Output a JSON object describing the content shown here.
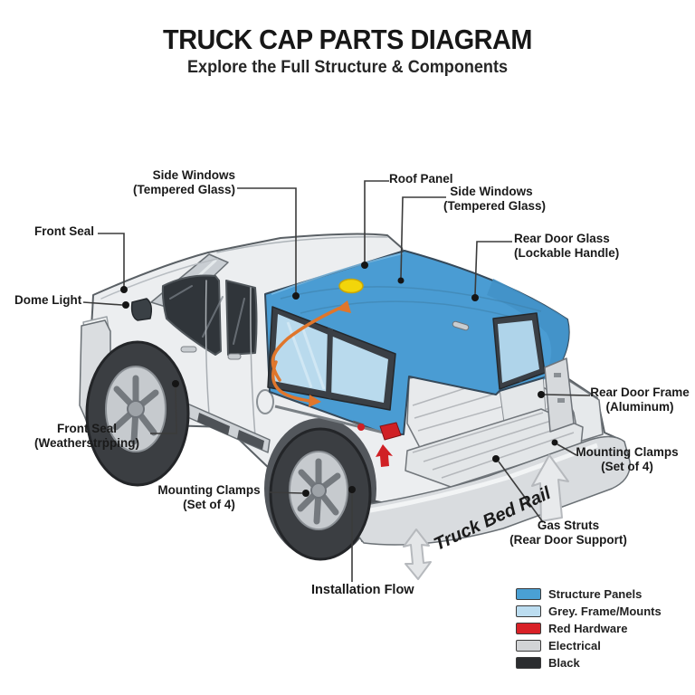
{
  "header": {
    "title": "TRUCK CAP PARTS DIAGRAM",
    "subtitle": "Explore the Full Structure & Components"
  },
  "callouts": {
    "side_windows_left": {
      "line1": "Side Windows",
      "line2": "(Tempered Glass)"
    },
    "roof_panel": {
      "line1": "Roof Panel"
    },
    "side_windows_right": {
      "line1": "Side Windows",
      "line2": "(Tempered Glass)"
    },
    "rear_door_glass": {
      "line1": "Rear Door Glass",
      "line2": "(Lockable Handle)"
    },
    "front_seal": {
      "line1": "Front Seal"
    },
    "dome_light": {
      "line1": "Dome Light"
    },
    "front_seal_weatherstripping": {
      "line1": "Front Seal",
      "line2": "(Weatherstrṗping)"
    },
    "mounting_clamps_left": {
      "line1": "Mounting Clamps",
      "line2": "(Set of 4)"
    },
    "rear_door_frame": {
      "line1": "Rear Door Frame",
      "line2": "(Aluminum)"
    },
    "mounting_clamps_right": {
      "line1": "Mounting Clamps",
      "line2": "(Set of 4)"
    },
    "gas_struts": {
      "line1": "Gas Struts",
      "line2": "(Rear Door Support)"
    },
    "truck_bed_rail": {
      "line1": "Truck Bed Rail"
    },
    "installation_flow": {
      "line1": "Installation Flow"
    }
  },
  "legend": {
    "items": [
      {
        "label": "Structure Panels",
        "color": "#4AA0D4"
      },
      {
        "label": "Grey. Frame/Mounts",
        "color": "#BCDDF0"
      },
      {
        "label": "Red Hardware",
        "color": "#D92127"
      },
      {
        "label": "Electrical",
        "color": "#D2D4D6"
      },
      {
        "label": "Black",
        "color": "#2B2D2F"
      }
    ]
  },
  "colors": {
    "cap_blue": "#4A9CD3",
    "cap_glass": "#B9DAED",
    "hardware_red": "#D02025",
    "flow_orange": "#E0762B",
    "dome_yellow": "#F2D50A",
    "body_gray": "#ECEEF0"
  }
}
